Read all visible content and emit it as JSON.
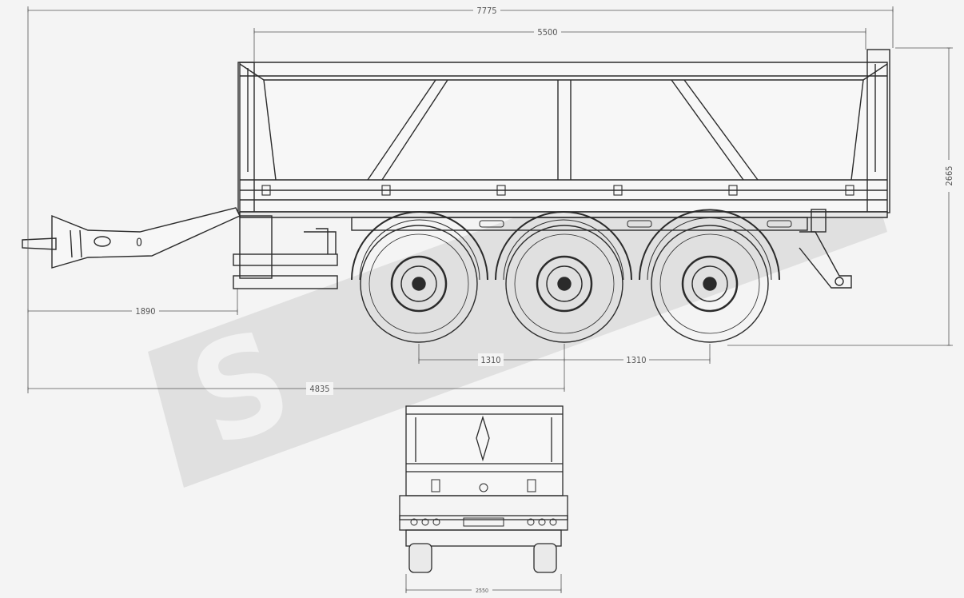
{
  "drawing": {
    "dimensions": {
      "overall_length": "7775",
      "body_length": "5500",
      "height": "2665",
      "drawbar_length": "1890",
      "axle_spacing_1": "1310",
      "axle_spacing_2": "1310",
      "coupling_to_mid_axle": "4835",
      "width": "2550"
    },
    "tow_eye_label": "0",
    "watermark_mark": "®"
  },
  "colors": {
    "background": "#f4f4f4",
    "watermark": "#d6d6d6",
    "line": "#2b2b2b",
    "dimension_line": "#555555"
  }
}
